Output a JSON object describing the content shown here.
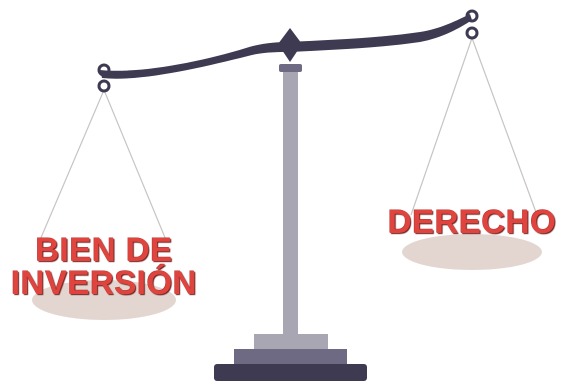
{
  "left_pan": {
    "line1": "BIEN DE",
    "line2": "INVERSIÓN"
  },
  "right_pan": {
    "label": "DERECHO"
  },
  "colors": {
    "beam": "#3e3a52",
    "pillar": "#a9a6b4",
    "pan": "#e3d6d0",
    "base_dark": "#3e3a52",
    "base_mid": "#6f6a84",
    "base_light": "#a9a6b4",
    "label": "#e0443e",
    "string": "#c8c4c2"
  }
}
